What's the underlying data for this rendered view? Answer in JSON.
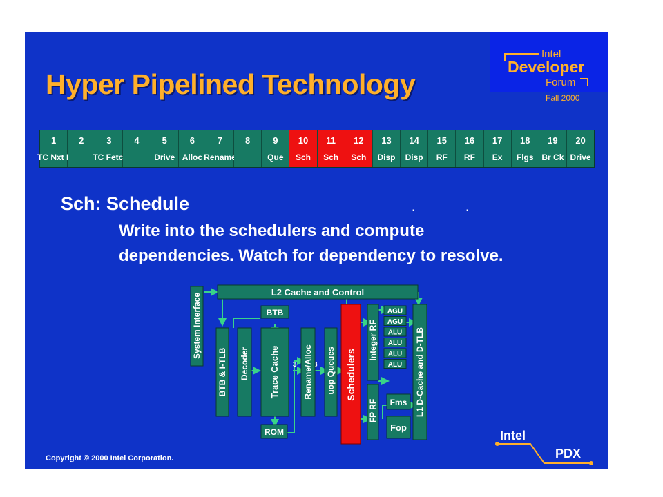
{
  "slide": {
    "title": "Hyper Pipelined Technology",
    "logo": {
      "intel": "Intel",
      "developer": "Developer",
      "forum": "Forum",
      "year": "Fall 2000"
    },
    "pipeline": [
      {
        "num": "1",
        "name": "TC Nxt IP",
        "highlight": false
      },
      {
        "num": "2",
        "name": "",
        "highlight": false
      },
      {
        "num": "3",
        "name": "TC Fetch",
        "highlight": false
      },
      {
        "num": "4",
        "name": "",
        "highlight": false
      },
      {
        "num": "5",
        "name": "Drive",
        "highlight": false
      },
      {
        "num": "6",
        "name": "Alloc",
        "highlight": false
      },
      {
        "num": "7",
        "name": "Rename",
        "highlight": false
      },
      {
        "num": "8",
        "name": "",
        "highlight": false
      },
      {
        "num": "9",
        "name": "Que",
        "highlight": false
      },
      {
        "num": "10",
        "name": "Sch",
        "highlight": true
      },
      {
        "num": "11",
        "name": "Sch",
        "highlight": true
      },
      {
        "num": "12",
        "name": "Sch",
        "highlight": true
      },
      {
        "num": "13",
        "name": "Disp",
        "highlight": false
      },
      {
        "num": "14",
        "name": "Disp",
        "highlight": false
      },
      {
        "num": "15",
        "name": "RF",
        "highlight": false
      },
      {
        "num": "16",
        "name": "RF",
        "highlight": false
      },
      {
        "num": "17",
        "name": "Ex",
        "highlight": false
      },
      {
        "num": "18",
        "name": "Flgs",
        "highlight": false
      },
      {
        "num": "19",
        "name": "Br Ck",
        "highlight": false
      },
      {
        "num": "20",
        "name": "Drive",
        "highlight": false
      }
    ],
    "subtitle": "Sch: Schedule",
    "description_line1": "Write into the schedulers and compute",
    "description_line2": "dependencies.  Watch for dependency to resolve.",
    "copyright": "Copyright © 2000 Intel Corporation.",
    "brand_intel": "Intel",
    "brand_pdx": "PDX"
  },
  "diagram": {
    "l2": "L2 Cache and Control",
    "system_interface": "System Interface",
    "btb": "BTB",
    "btb_itlb": "BTB & I-TLB",
    "decoder": "Decoder",
    "trace_cache": "Trace Cache",
    "rom": "ROM",
    "rename_alloc": "Rename/Alloc",
    "uop_queues": "uop Queues",
    "schedulers": "Schedulers",
    "integer_rf": "Integer RF",
    "fp_rf": "FP RF",
    "units": [
      "AGU",
      "AGU",
      "ALU",
      "ALU",
      "ALU",
      "ALU"
    ],
    "fms": "Fms",
    "fop": "Fop",
    "l1": "L1 D-Cache and D-TLB",
    "num3a": "3",
    "num3b": "3"
  },
  "colors": {
    "background": "#0f33c8",
    "title": "#ffb02b",
    "stage": "#177a63",
    "highlight": "#ee1111",
    "arrow": "#39d389"
  }
}
